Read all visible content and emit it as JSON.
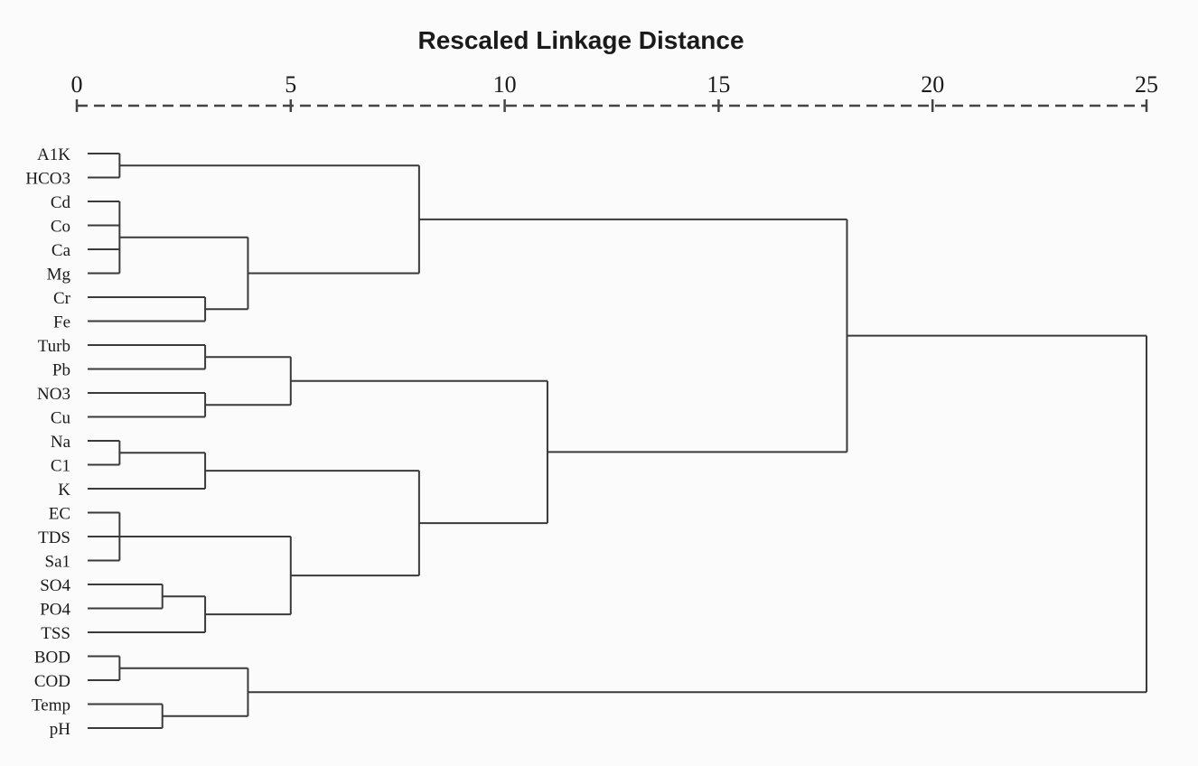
{
  "chart_data": {
    "type": "dendrogram",
    "title": "Rescaled Linkage Distance",
    "xlim": [
      0,
      25
    ],
    "ticks": [
      0,
      5,
      10,
      15,
      20,
      25
    ],
    "leaves": [
      "A1K",
      "HCO3",
      "Cd",
      "Co",
      "Ca",
      "Mg",
      "Cr",
      "Fe",
      "Turb",
      "Pb",
      "NO3",
      "Cu",
      "Na",
      "C1",
      "K",
      "EC",
      "TDS",
      "Sa1",
      "SO4",
      "PO4",
      "TSS",
      "BOD",
      "COD",
      "Temp",
      "pH"
    ],
    "merges": [
      {
        "id": "c1",
        "children": [
          "A1K",
          "HCO3"
        ],
        "height": 1
      },
      {
        "id": "c2",
        "children": [
          "Cd",
          "Co",
          "Ca",
          "Mg"
        ],
        "height": 1
      },
      {
        "id": "c3",
        "children": [
          "Cr",
          "Fe"
        ],
        "height": 3
      },
      {
        "id": "c4",
        "children": [
          "c2",
          "c3"
        ],
        "height": 4
      },
      {
        "id": "c5",
        "children": [
          "c1",
          "c4"
        ],
        "height": 8
      },
      {
        "id": "c6",
        "children": [
          "Turb",
          "Pb"
        ],
        "height": 3
      },
      {
        "id": "c7",
        "children": [
          "NO3",
          "Cu"
        ],
        "height": 3
      },
      {
        "id": "c8",
        "children": [
          "c6",
          "c7"
        ],
        "height": 5
      },
      {
        "id": "c9",
        "children": [
          "Na",
          "C1"
        ],
        "height": 1
      },
      {
        "id": "c10",
        "children": [
          "c9",
          "K"
        ],
        "height": 3
      },
      {
        "id": "c11",
        "children": [
          "EC",
          "TDS",
          "Sa1"
        ],
        "height": 1
      },
      {
        "id": "c12",
        "children": [
          "SO4",
          "PO4"
        ],
        "height": 2
      },
      {
        "id": "c13",
        "children": [
          "c12",
          "TSS"
        ],
        "height": 3
      },
      {
        "id": "c14",
        "children": [
          "c11",
          "c13"
        ],
        "height": 5
      },
      {
        "id": "c15",
        "children": [
          "c10",
          "c14"
        ],
        "height": 8
      },
      {
        "id": "c16",
        "children": [
          "c8",
          "c15"
        ],
        "height": 11
      },
      {
        "id": "c17",
        "children": [
          "c5",
          "c16"
        ],
        "height": 18
      },
      {
        "id": "c18",
        "children": [
          "BOD",
          "COD"
        ],
        "height": 1
      },
      {
        "id": "c19",
        "children": [
          "Temp",
          "pH"
        ],
        "height": 2
      },
      {
        "id": "c20",
        "children": [
          "c18",
          "c19"
        ],
        "height": 4
      },
      {
        "id": "c21",
        "children": [
          "c17",
          "c20"
        ],
        "height": 25
      }
    ]
  }
}
